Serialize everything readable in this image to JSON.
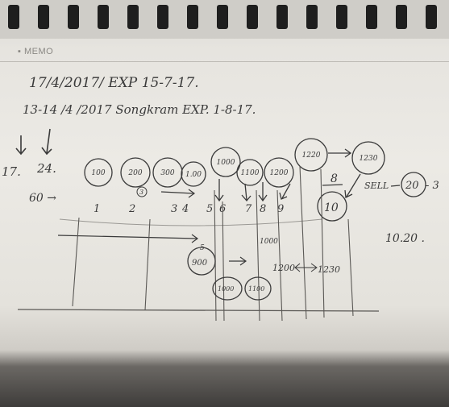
{
  "memo_label": "▪ MEMO",
  "lines": {
    "line1": "17/4/2017/  EXP  15-7-17.",
    "line2": "13-14 /4 /2017  Songkram  EXP.  1-8-17."
  },
  "left_marks": {
    "a": "17.",
    "b": "24."
  },
  "row_label": "60 →",
  "bubbles_top": [
    "100",
    "200",
    "300",
    "1.00",
    "1000",
    "1100",
    "1200",
    "1220",
    "1230"
  ],
  "small_marks": {
    "three_circled": "3",
    "eight": "8",
    "five_over": "5"
  },
  "sell_note": "SELL",
  "sell_value": "20",
  "sell_trail": "- 3",
  "numbers_row": [
    "1",
    "2",
    "3",
    "4",
    "5",
    "6",
    "7",
    "8",
    "9"
  ],
  "ten_circled": "10",
  "price": "10.20 .",
  "lower": {
    "b900": "900",
    "n1000": "1000",
    "n1200": "1200",
    "n1230": "1230",
    "b1000": "1000",
    "b1100": "1100"
  },
  "colors": {
    "ink": "#3a3a3a",
    "paper": "#eceae5",
    "binding": "#222222"
  }
}
